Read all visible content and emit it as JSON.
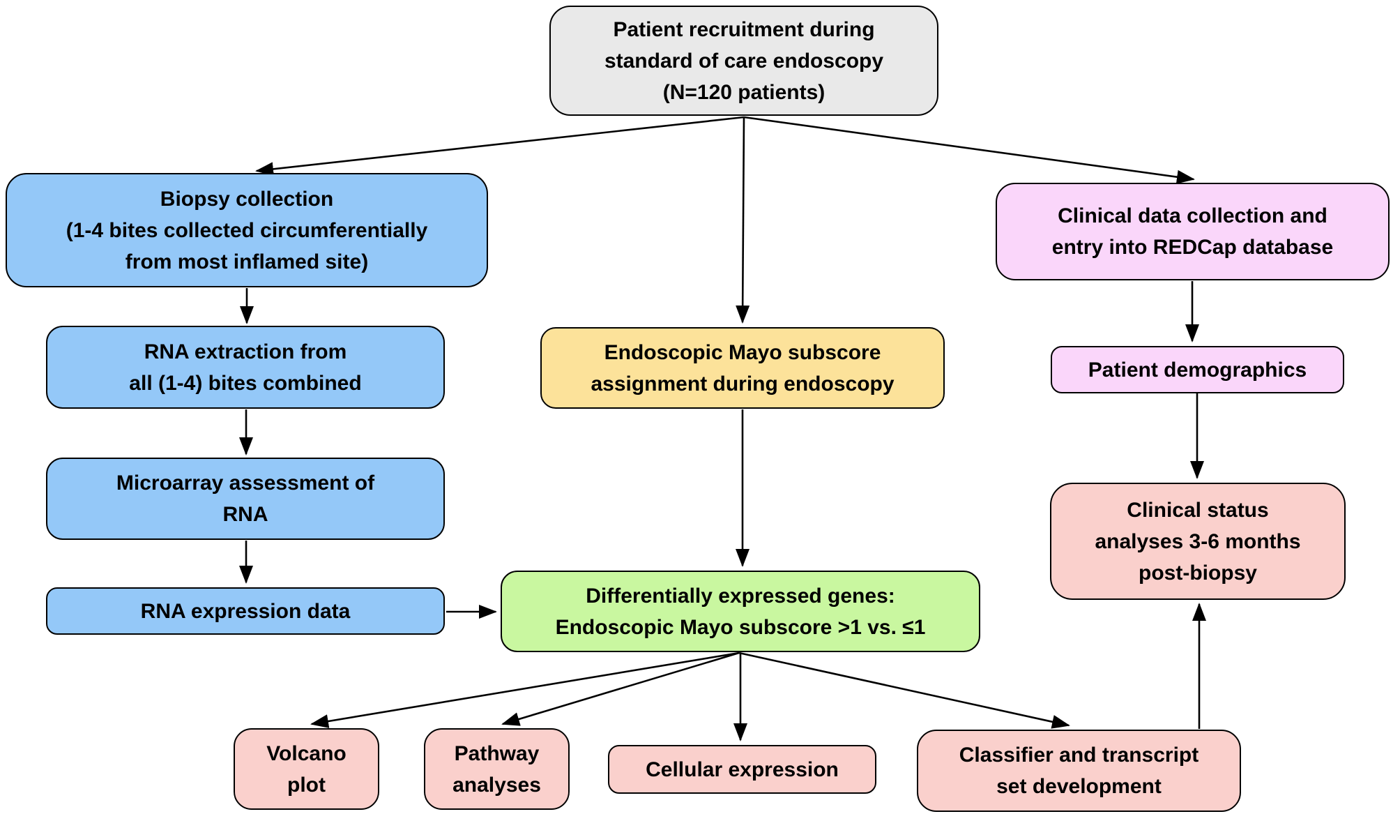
{
  "diagram_title": "Study workflow flowchart",
  "colors": {
    "background": "#FFFFFF",
    "line": "#000000",
    "gray": "#E9E9E9",
    "blue": "#94C8F8",
    "yellow": "#FCE29A",
    "green": "#C9F7A0",
    "magenta": "#FAD6FA",
    "salmon": "#FAD0CC"
  },
  "nodes": {
    "recruitment": {
      "color": "#E9E9E9",
      "lines": [
        "Patient recruitment during",
        "standard of care endoscopy",
        "(N=120 patients)"
      ]
    },
    "biopsy": {
      "color": "#94C8F8",
      "lines": [
        "Biopsy collection",
        "(1-4 bites collected circumferentially",
        "from most inflamed site)"
      ]
    },
    "rna_extraction": {
      "color": "#94C8F8",
      "lines": [
        "RNA extraction from",
        "all (1-4) bites combined"
      ]
    },
    "microarray": {
      "color": "#94C8F8",
      "lines": [
        "Microarray assessment of",
        "RNA"
      ]
    },
    "rna_expression": {
      "color": "#94C8F8",
      "lines": [
        "RNA expression data"
      ]
    },
    "mayo": {
      "color": "#FCE29A",
      "lines": [
        "Endoscopic Mayo subscore",
        "assignment during endoscopy"
      ]
    },
    "genes": {
      "color": "#C9F7A0",
      "lines": [
        "Differentially expressed genes:",
        "Endoscopic Mayo subscore >1 vs. ≤1"
      ]
    },
    "clinical_data": {
      "color": "#FAD6FA",
      "lines": [
        "Clinical data collection and",
        "entry into REDCap database"
      ]
    },
    "demographics": {
      "color": "#FAD6FA",
      "lines": [
        "Patient demographics"
      ]
    },
    "clinical_status": {
      "color": "#FAD0CC",
      "lines": [
        "Clinical status",
        "analyses 3-6 months",
        "post-biopsy"
      ]
    },
    "volcano": {
      "color": "#FAD0CC",
      "lines": [
        "Volcano",
        "plot"
      ]
    },
    "pathway": {
      "color": "#FAD0CC",
      "lines": [
        "Pathway",
        "analyses"
      ]
    },
    "cellular": {
      "color": "#FAD0CC",
      "lines": [
        "Cellular expression"
      ]
    },
    "classifier": {
      "color": "#FAD0CC",
      "lines": [
        "Classifier and transcript",
        "set development"
      ]
    }
  },
  "edges": [
    {
      "from": "recruitment",
      "to": "biopsy"
    },
    {
      "from": "recruitment",
      "to": "mayo"
    },
    {
      "from": "recruitment",
      "to": "clinical_data"
    },
    {
      "from": "biopsy",
      "to": "rna_extraction"
    },
    {
      "from": "rna_extraction",
      "to": "microarray"
    },
    {
      "from": "microarray",
      "to": "rna_expression"
    },
    {
      "from": "rna_expression",
      "to": "genes"
    },
    {
      "from": "mayo",
      "to": "genes"
    },
    {
      "from": "genes",
      "to": "volcano"
    },
    {
      "from": "genes",
      "to": "pathway"
    },
    {
      "from": "genes",
      "to": "cellular"
    },
    {
      "from": "genes",
      "to": "classifier"
    },
    {
      "from": "clinical_data",
      "to": "demographics"
    },
    {
      "from": "demographics",
      "to": "clinical_status"
    },
    {
      "from": "classifier",
      "to": "clinical_status"
    }
  ]
}
